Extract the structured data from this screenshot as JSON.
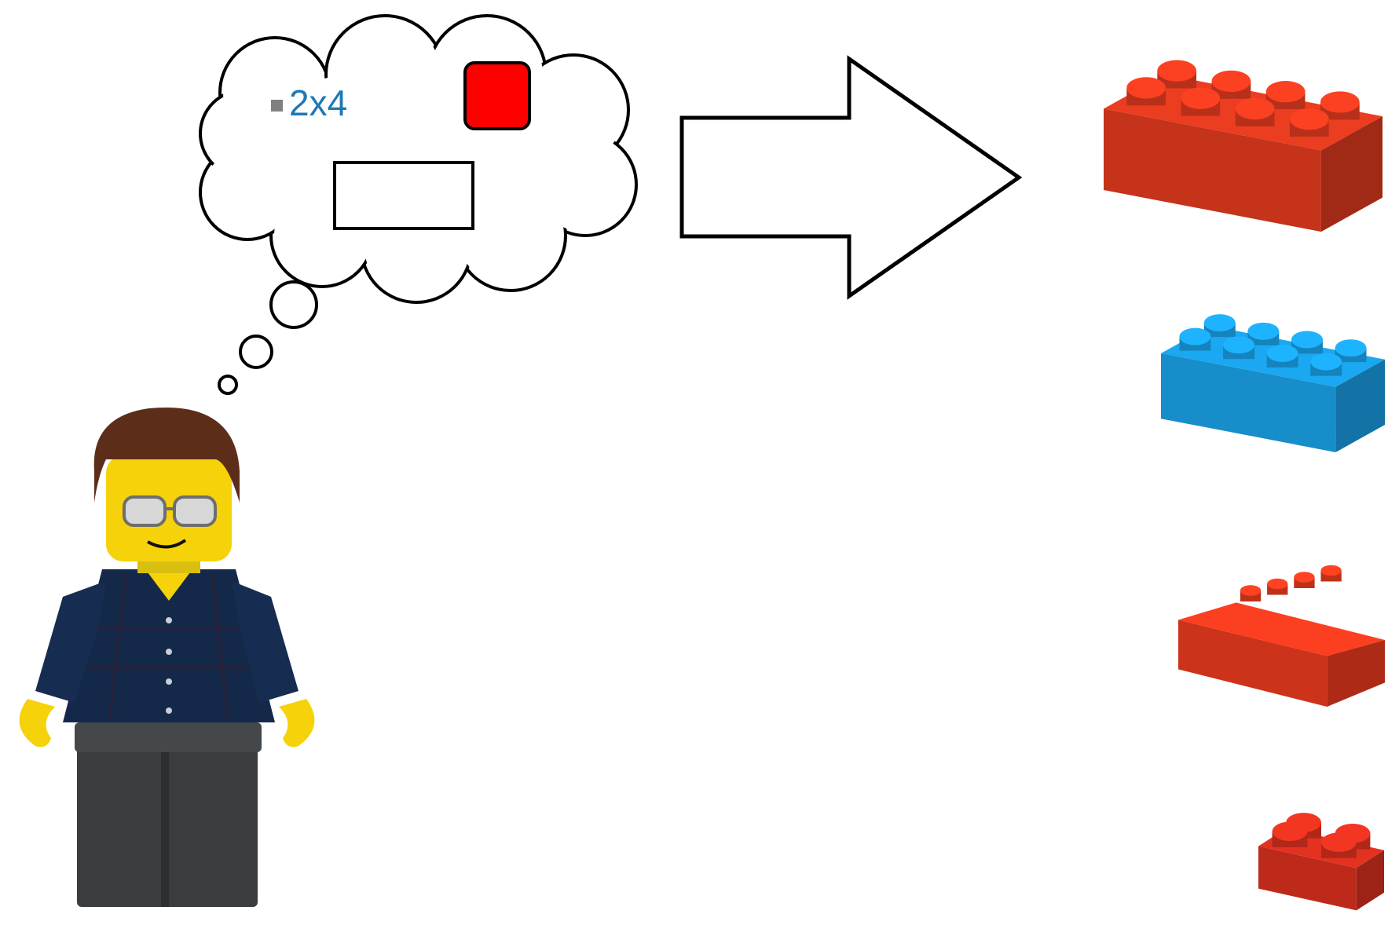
{
  "thought": {
    "query_text": "2x4",
    "query_color": "#1f78b4",
    "bullet_color": "#808080",
    "color_swatch": "#ff0000",
    "shape_hint": "rectangle"
  },
  "figure": {
    "name": "minifigure",
    "hair": "#5c2e1a",
    "skin": "#f5d20a",
    "shirt": "#14284a",
    "pants": "#3a3d3f"
  },
  "arrow": {
    "direction": "right",
    "icon": "arrow-right-icon"
  },
  "results": [
    {
      "name": "red-brick-2x4",
      "color": "#e03a1e",
      "shape": "brick",
      "studs": "2x4"
    },
    {
      "name": "blue-brick-2x4",
      "color": "#1aa0e6",
      "shape": "brick",
      "studs": "2x4"
    },
    {
      "name": "red-slope-2x4",
      "color": "#f03c1e",
      "shape": "slope",
      "studs": "1x4"
    },
    {
      "name": "red-brick-2x2",
      "color": "#d8301e",
      "shape": "brick",
      "studs": "2x2"
    }
  ]
}
